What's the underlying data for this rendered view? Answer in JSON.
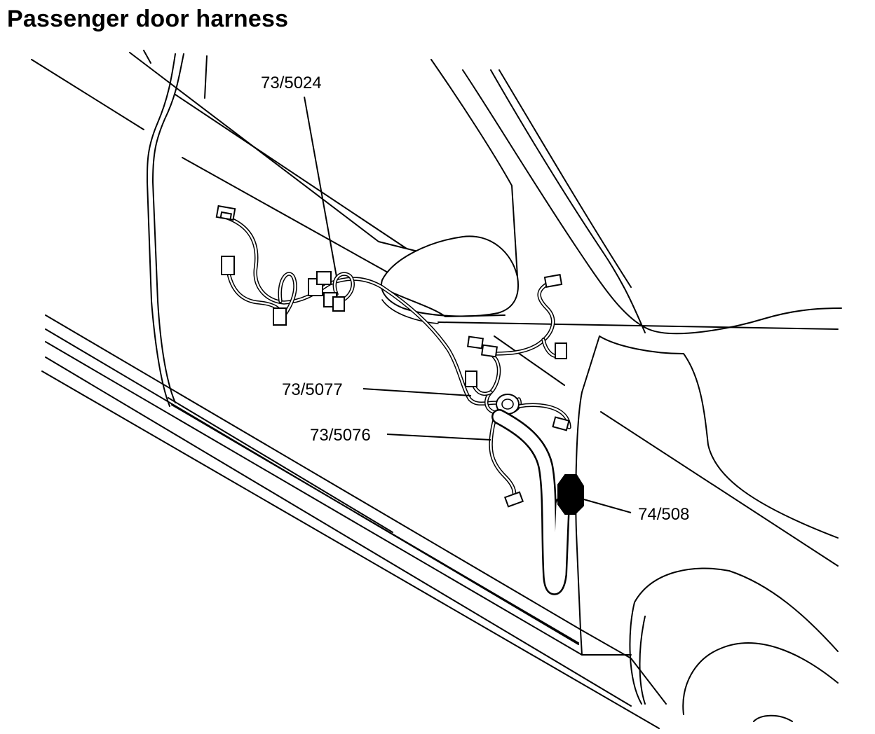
{
  "title": "Passenger door harness",
  "callouts": {
    "c1": "73/5024",
    "c2": "73/5077",
    "c3": "73/5076",
    "c4": "74/508"
  }
}
